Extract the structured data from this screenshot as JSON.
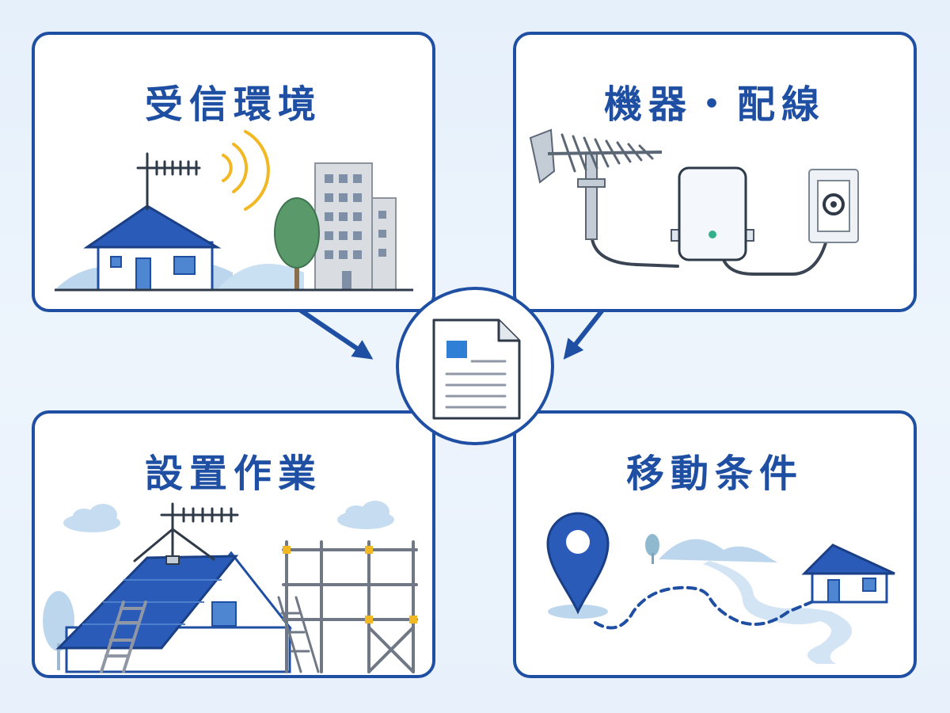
{
  "panels": {
    "reception": {
      "title": "受信環境"
    },
    "equipment": {
      "title": "機器・配線"
    },
    "installation": {
      "title": "設置作業"
    },
    "travel": {
      "title": "移動条件"
    }
  },
  "colors": {
    "brand_blue": "#1f4fa3",
    "signal_yellow": "#f2b824",
    "tree_green": "#5a9a6a",
    "light_blue": "#bcd6ee",
    "building_gray": "#d9dde2"
  },
  "icons": {
    "center": "document-icon",
    "reception": [
      "antenna-icon",
      "signal-wave-icon",
      "house-icon",
      "tree-icon",
      "building-icon"
    ],
    "equipment": [
      "antenna-icon",
      "booster-icon",
      "cable-icon",
      "wall-outlet-icon"
    ],
    "installation": [
      "roof-icon",
      "antenna-icon",
      "ladder-icon",
      "scaffolding-icon",
      "cloud-icon"
    ],
    "travel": [
      "location-pin-icon",
      "route-icon",
      "mountain-icon",
      "house-icon"
    ]
  }
}
